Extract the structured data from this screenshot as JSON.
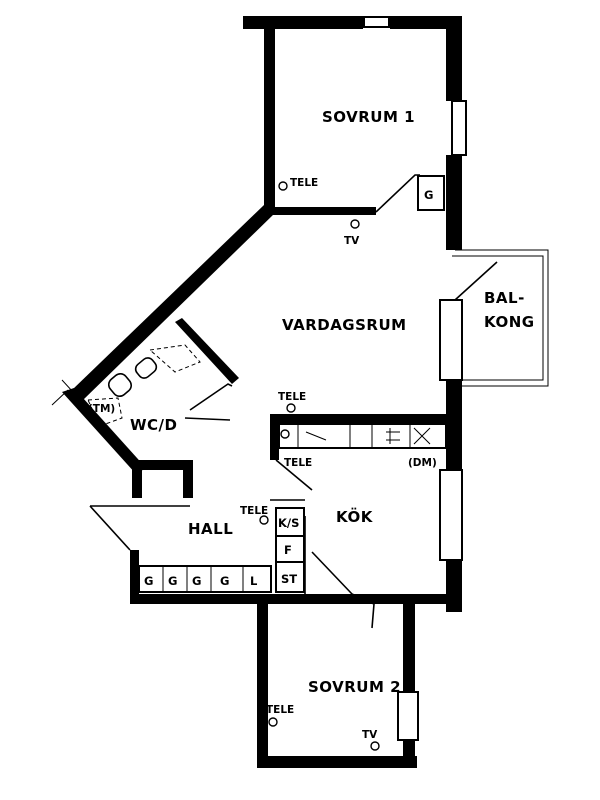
{
  "rooms": {
    "sovrum1": "SOVRUM 1",
    "vardagsrum": "VARDAGSRUM",
    "balkong_line1": "BAL-",
    "balkong_line2": "KONG",
    "wcd": "WC/D",
    "hall": "HALL",
    "kok": "KÖK",
    "sovrum2": "SOVRUM 2"
  },
  "fixtures": {
    "g_cabinet": "G",
    "tm": "(TM)",
    "dm": "(DM)",
    "ks": "K/S",
    "f": "F",
    "st": "ST",
    "closets": [
      "G",
      "G",
      "G",
      "G",
      "L"
    ]
  },
  "outlets": {
    "tele": "TELE",
    "tv": "TV"
  }
}
